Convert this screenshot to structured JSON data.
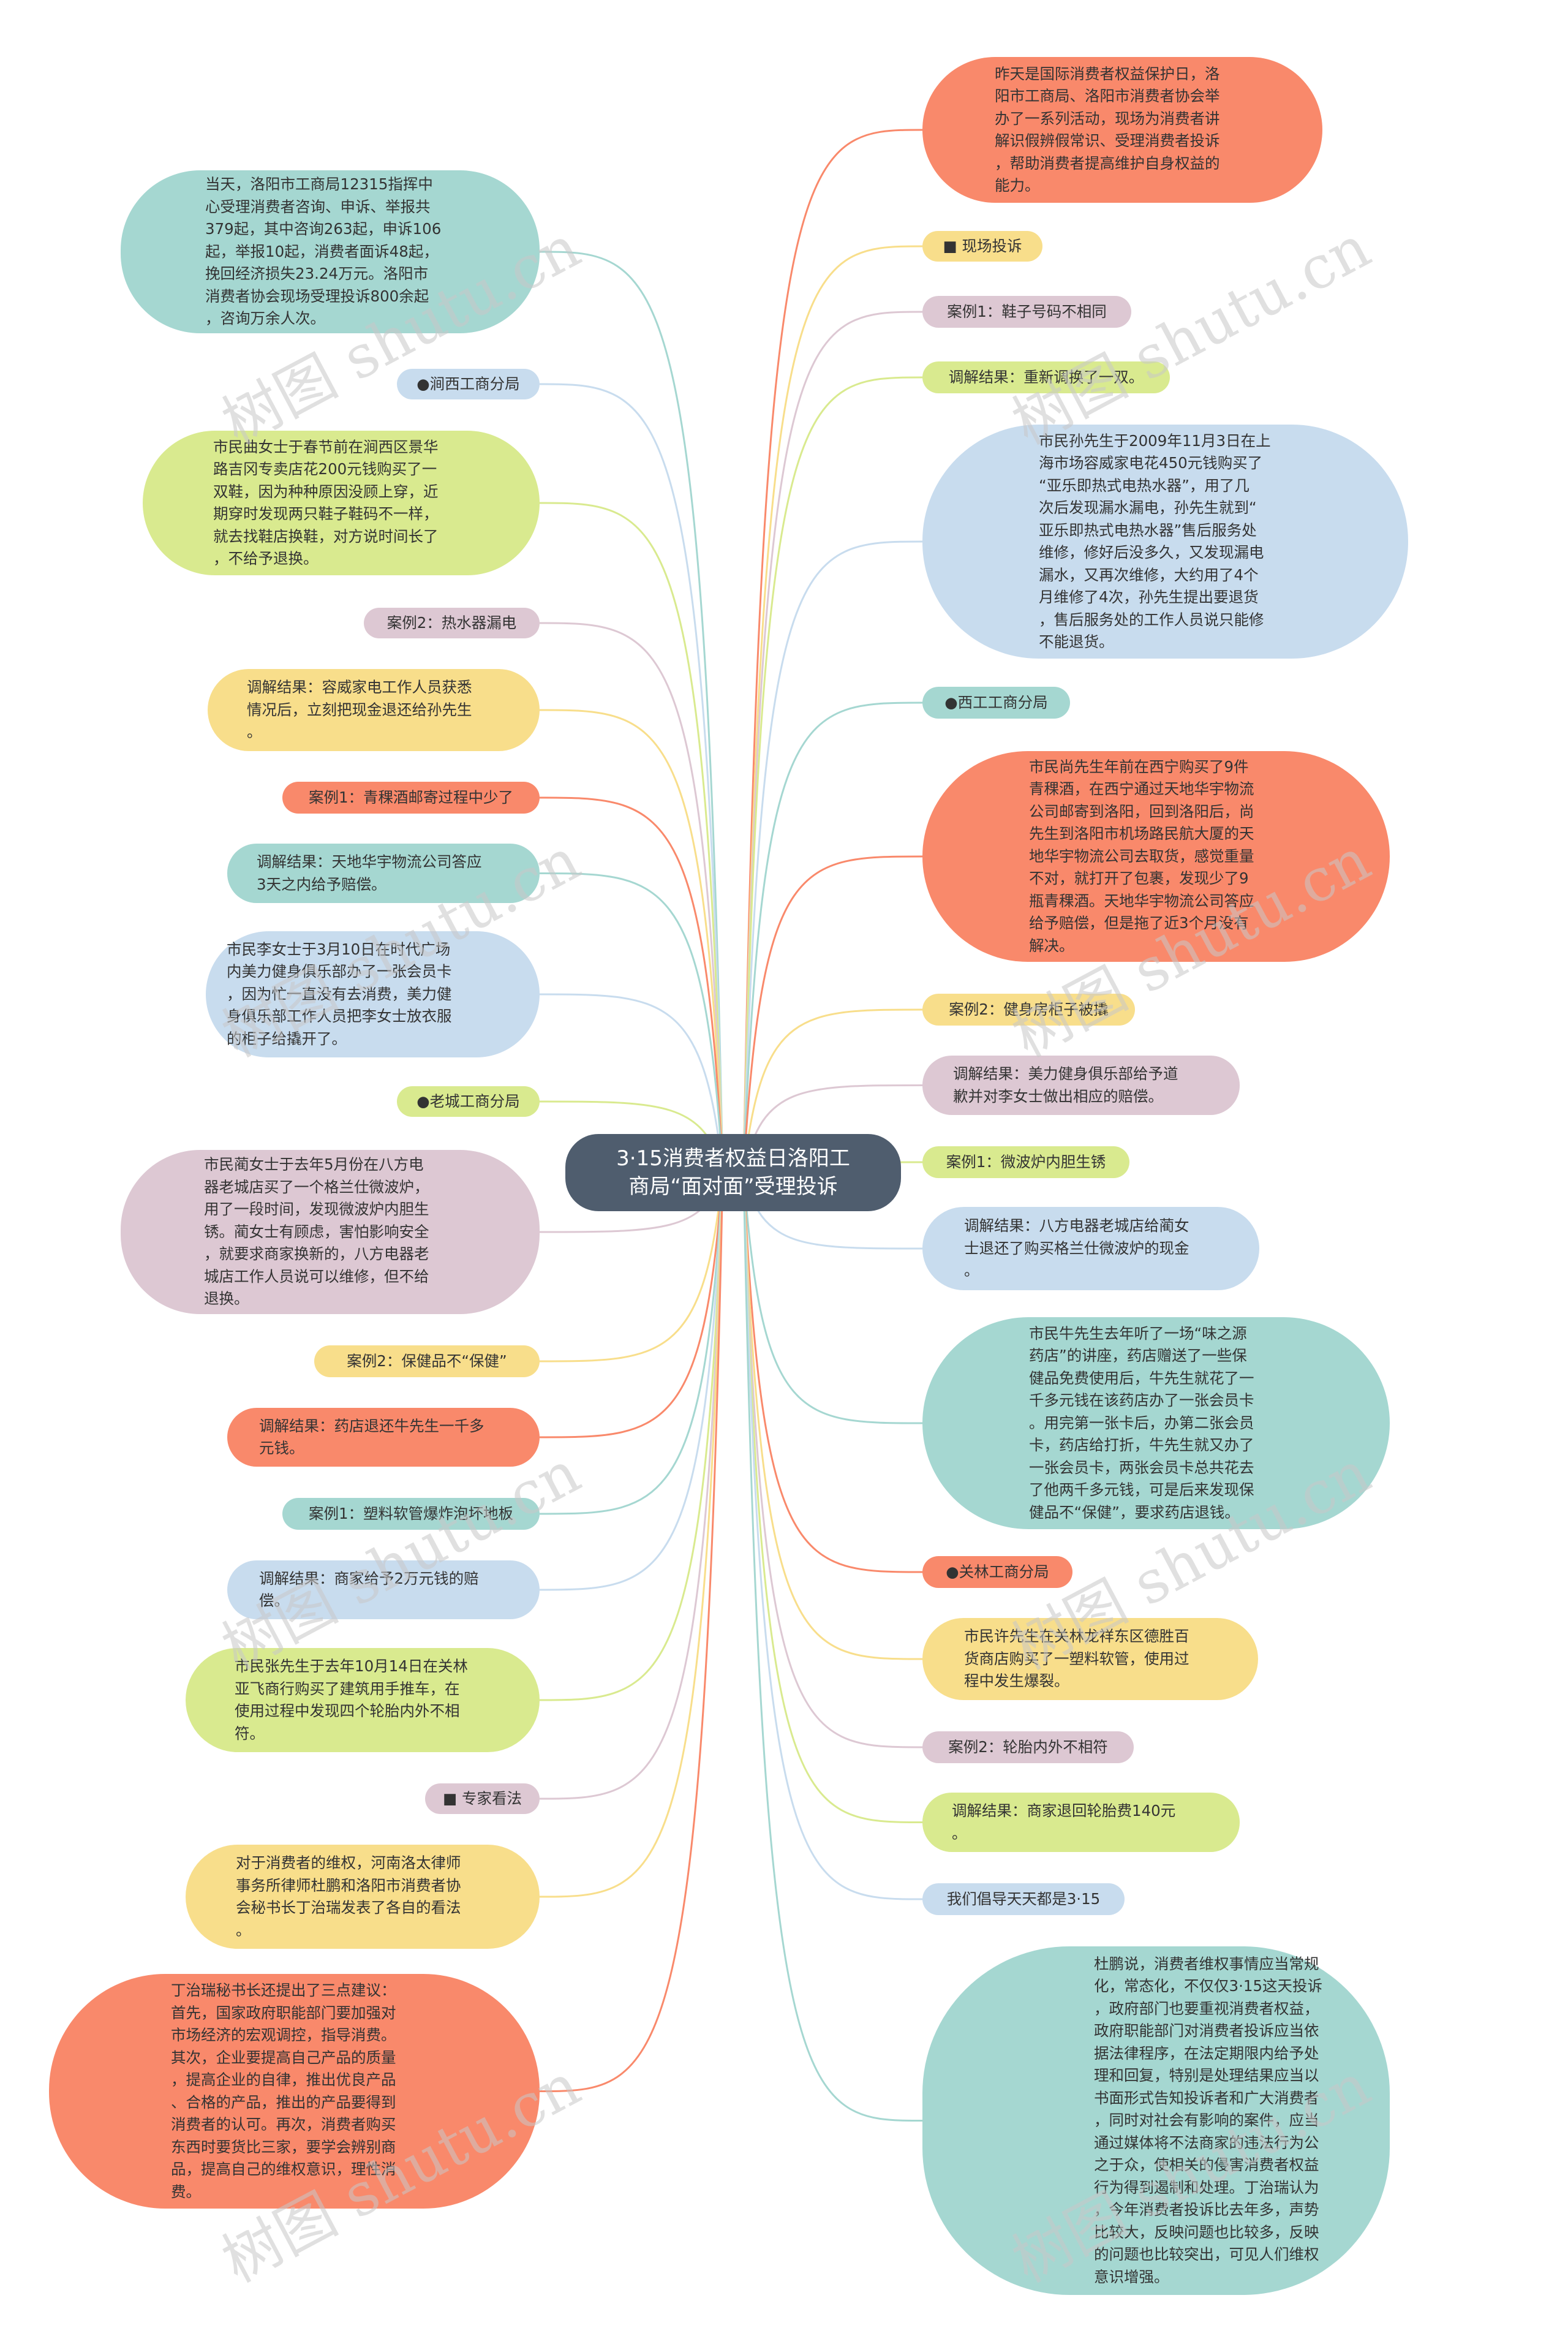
{
  "root": {
    "title": "3·15消费者权益日洛阳工\n商局“面对面”受理投诉"
  },
  "watermark": "树图 shutu.cn",
  "colors": {
    "orange": "#f9896b",
    "yellow": "#f8de8b",
    "pink": "#ddc8d3",
    "green": "#d9ea8f",
    "blue": "#c8dcee",
    "teal": "#a5d7d1",
    "root": "#4f5d6e"
  },
  "left": [
    {
      "id": "L1",
      "color": "teal",
      "text": "当天，洛阳市工商局12315指挥中\n心受理消费者咨询、申诉、举报共\n379起，其中咨询263起，申诉106\n起，举报10起，消费者面诉48起，\n挽回经济损失23.24万元。洛阳市\n消费者协会现场受理投诉800余起\n，咨询万余人次。"
    },
    {
      "id": "L2",
      "color": "blue",
      "text": "●涧西工商分局"
    },
    {
      "id": "L3",
      "color": "green",
      "text": "市民曲女士于春节前在涧西区景华\n路吉冈专卖店花200元钱购买了一\n双鞋，因为种种原因没顾上穿，近\n期穿时发现两只鞋子鞋码不一样，\n就去找鞋店换鞋，对方说时间长了\n，不给予退换。"
    },
    {
      "id": "L4",
      "color": "pink",
      "text": "案例2：热水器漏电"
    },
    {
      "id": "L5",
      "color": "yellow",
      "text": "调解结果：容威家电工作人员获悉\n情况后，立刻把现金退还给孙先生\n。"
    },
    {
      "id": "L6",
      "color": "orange",
      "text": "案例1：青稞酒邮寄过程中少了"
    },
    {
      "id": "L7",
      "color": "teal",
      "text": "调解结果：天地华宇物流公司答应\n3天之内给予赔偿。"
    },
    {
      "id": "L8",
      "color": "blue",
      "text": "市民李女士于3月10日在时代广场\n内美力健身俱乐部办了一张会员卡\n，因为忙一直没有去消费，美力健\n身俱乐部工作人员把李女士放衣服\n的柜子给撬开了。"
    },
    {
      "id": "L9",
      "color": "green",
      "text": "●老城工商分局"
    },
    {
      "id": "L10",
      "color": "pink",
      "text": "市民蔺女士于去年5月份在八方电\n器老城店买了一个格兰仕微波炉，\n用了一段时间，发现微波炉内胆生\n锈。蔺女士有顾虑，害怕影响安全\n，就要求商家换新的，八方电器老\n城店工作人员说可以维修，但不给\n退换。"
    },
    {
      "id": "L11",
      "color": "yellow",
      "text": "案例2：保健品不“保健”"
    },
    {
      "id": "L12",
      "color": "orange",
      "text": "调解结果：药店退还牛先生一千多\n元钱。"
    },
    {
      "id": "L13",
      "color": "teal",
      "text": "案例1：塑料软管爆炸泡坏地板"
    },
    {
      "id": "L14",
      "color": "blue",
      "text": "调解结果：商家给予2万元钱的赔\n偿。"
    },
    {
      "id": "L15",
      "color": "green",
      "text": "市民张先生于去年10月14日在关林\n亚飞商行购买了建筑用手推车，在\n使用过程中发现四个轮胎内外不相\n符。"
    },
    {
      "id": "L16",
      "color": "pink",
      "text": "■ 专家看法"
    },
    {
      "id": "L17",
      "color": "yellow",
      "text": "对于消费者的维权，河南洛太律师\n事务所律师杜鹏和洛阳市消费者协\n会秘书长丁治瑞发表了各自的看法\n。"
    },
    {
      "id": "L18",
      "color": "orange",
      "text": "丁治瑞秘书长还提出了三点建议：\n首先，国家政府职能部门要加强对\n市场经济的宏观调控，指导消费。\n其次，企业要提高自己产品的质量\n，提高企业的自律，推出优良产品\n、合格的产品，推出的产品要得到\n消费者的认可。再次，消费者购买\n东西时要货比三家，要学会辨别商\n品，提高自己的维权意识，理性消\n费。"
    }
  ],
  "right": [
    {
      "id": "R1",
      "color": "orange",
      "text": "昨天是国际消费者权益保护日，洛\n阳市工商局、洛阳市消费者协会举\n办了一系列活动，现场为消费者讲\n解识假辨假常识、受理消费者投诉\n，帮助消费者提高维护自身权益的\n能力。"
    },
    {
      "id": "R2",
      "color": "yellow",
      "text": "■ 现场投诉"
    },
    {
      "id": "R3",
      "color": "pink",
      "text": "案例1：鞋子号码不相同"
    },
    {
      "id": "R4",
      "color": "green",
      "text": "调解结果：重新调换了一双。"
    },
    {
      "id": "R5",
      "color": "blue",
      "text": "市民孙先生于2009年11月3日在上\n海市场容威家电花450元钱购买了\n“亚乐即热式电热水器”，用了几\n次后发现漏水漏电，孙先生就到“\n亚乐即热式电热水器”售后服务处\n维修，修好后没多久，又发现漏电\n漏水，又再次维修，大约用了4个\n月维修了4次，孙先生提出要退货\n，售后服务处的工作人员说只能修\n不能退货。"
    },
    {
      "id": "R6",
      "color": "teal",
      "text": "●西工工商分局"
    },
    {
      "id": "R7",
      "color": "orange",
      "text": "市民尚先生年前在西宁购买了9件\n青稞酒，在西宁通过天地华宇物流\n公司邮寄到洛阳，回到洛阳后，尚\n先生到洛阳市机场路民航大厦的天\n地华宇物流公司去取货，感觉重量\n不对，就打开了包裹，发现少了9\n瓶青稞酒。天地华宇物流公司答应\n给予赔偿，但是拖了近3个月没有\n解决。"
    },
    {
      "id": "R8",
      "color": "yellow",
      "text": "案例2：健身房柜子被撬"
    },
    {
      "id": "R9",
      "color": "pink",
      "text": "调解结果：美力健身俱乐部给予道\n歉并对李女士做出相应的赔偿。"
    },
    {
      "id": "R10",
      "color": "green",
      "text": "案例1：微波炉内胆生锈"
    },
    {
      "id": "R11",
      "color": "blue",
      "text": "调解结果：八方电器老城店给蔺女\n士退还了购买格兰仕微波炉的现金\n。"
    },
    {
      "id": "R12",
      "color": "teal",
      "text": "市民牛先生去年听了一场“味之源\n药店”的讲座，药店赠送了一些保\n健品免费使用后，牛先生就花了一\n千多元钱在该药店办了一张会员卡\n。用完第一张卡后，办第二张会员\n卡，药店给打折，牛先生就又办了\n一张会员卡，两张会员卡总共花去\n了他两千多元钱，可是后来发现保\n健品不“保健”，要求药店退钱。"
    },
    {
      "id": "R13",
      "color": "orange",
      "text": "●关林工商分局"
    },
    {
      "id": "R14",
      "color": "yellow",
      "text": "市民许先生在关林龙祥东区德胜百\n货商店购买了一塑料软管，使用过\n程中发生爆裂。"
    },
    {
      "id": "R15",
      "color": "pink",
      "text": "案例2：轮胎内外不相符"
    },
    {
      "id": "R16",
      "color": "green",
      "text": "调解结果：商家退回轮胎费140元\n。"
    },
    {
      "id": "R17",
      "color": "blue",
      "text": "我们倡导天天都是3·15"
    },
    {
      "id": "R18",
      "color": "teal",
      "text": "杜鹏说，消费者维权事情应当常规\n化，常态化，不仅仅3·15这天投诉\n，政府部门也要重视消费者权益，\n政府职能部门对消费者投诉应当依\n据法律程序，在法定期限内给予处\n理和回复，特别是处理结果应当以\n书面形式告知投诉者和广大消费者\n，同时对社会有影响的案件，应当\n通过媒体将不法商家的违法行为公\n之于众，使相关的侵害消费者权益\n行为得到遏制和处理。丁治瑞认为\n，今年消费者投诉比去年多，声势\n比较大，反映问题也比较多，反映\n的问题也比较突出，可见人们维权\n意识增强。"
    }
  ]
}
